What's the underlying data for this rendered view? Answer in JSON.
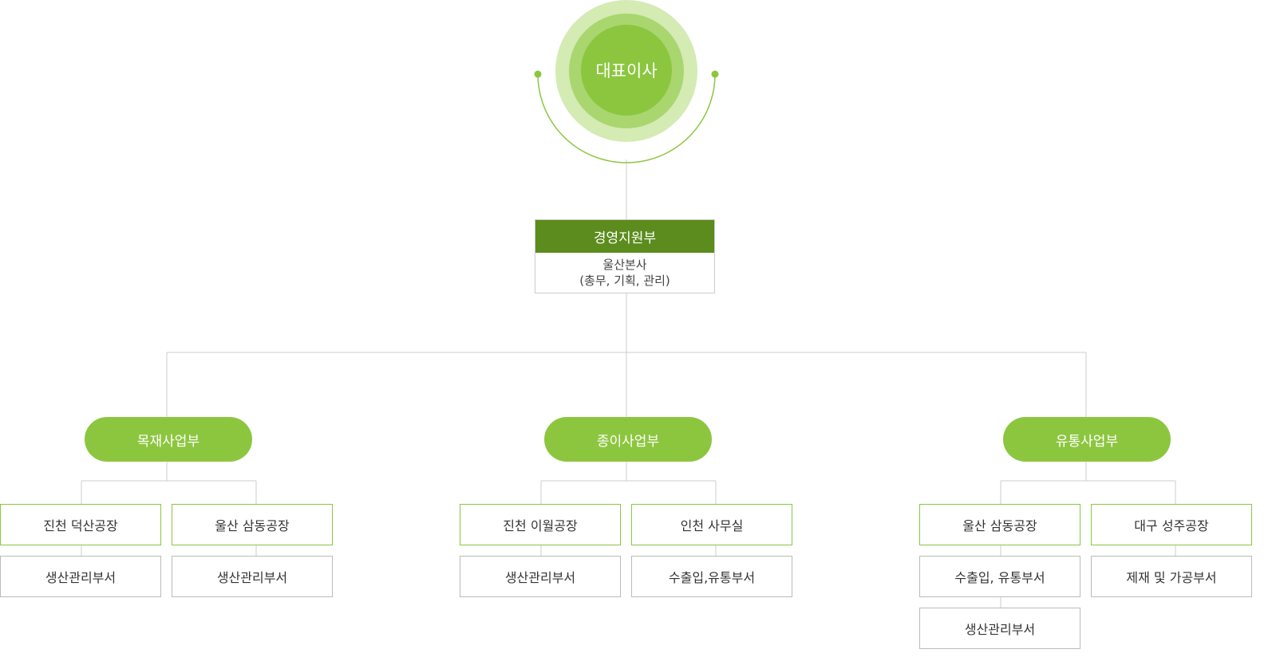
{
  "colors": {
    "ceo_outer": "#d4ebb4",
    "ceo_mid": "#a9d66f",
    "ceo_inner": "#8cc63f",
    "support_header": "#5c8c1d",
    "division": "#8cc63f",
    "site_border": "#8cc63f",
    "dept_border": "#bbbbbb",
    "line": "#cccccc"
  },
  "ceo": {
    "title": "대표이사"
  },
  "support": {
    "title": "경영지원부",
    "line1": "울산본사",
    "line2": "(총무, 기획, 관리)"
  },
  "divisions": [
    {
      "name": "목재사업부"
    },
    {
      "name": "종이사업부"
    },
    {
      "name": "유통사업부"
    }
  ],
  "sites": {
    "wood": [
      {
        "name": "진천 덕산공장",
        "depts": [
          "생산관리부서"
        ]
      },
      {
        "name": "울산 삼동공장",
        "depts": [
          "생산관리부서"
        ]
      }
    ],
    "paper": [
      {
        "name": "진천 이월공장",
        "depts": [
          "생산관리부서"
        ]
      },
      {
        "name": "인천 사무실",
        "depts": [
          "수출입,유통부서"
        ]
      }
    ],
    "dist": [
      {
        "name": "울산 삼동공장",
        "depts": [
          "수출입, 유통부서",
          "생산관리부서"
        ]
      },
      {
        "name": "대구 성주공장",
        "depts": [
          "제재 및 가공부서"
        ]
      }
    ]
  }
}
